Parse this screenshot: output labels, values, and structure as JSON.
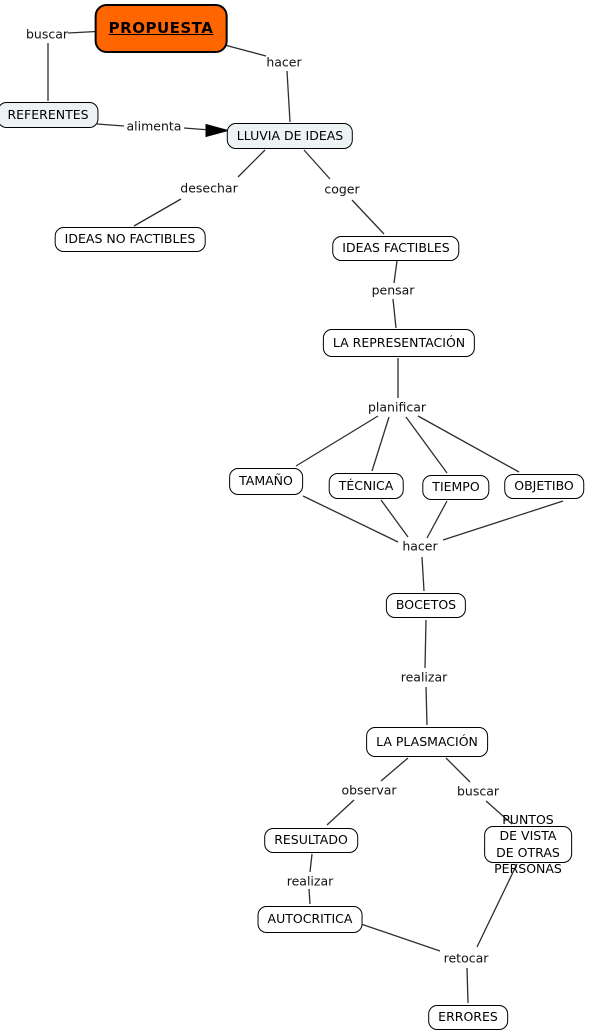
{
  "diagram_type": "concept-map",
  "colors": {
    "background": "#ffffff",
    "node_fill": "#ffffff",
    "node_border": "#000000",
    "highlight_node_fill": "#ff6600",
    "accent_node_fill": "#edf3f5",
    "edge_line": "#2e2e2e",
    "text": "#000000"
  },
  "nodes": {
    "propuesta": {
      "label": "PROPUESTA",
      "style": "highlight"
    },
    "referentes": {
      "label": "REFERENTES",
      "style": "accent"
    },
    "lluvia_de_ideas": {
      "label": "LLUVIA DE IDEAS",
      "style": "accent"
    },
    "ideas_no_factibles": {
      "label": "IDEAS NO FACTIBLES",
      "style": "plain"
    },
    "ideas_factibles": {
      "label": "IDEAS FACTIBLES",
      "style": "plain"
    },
    "la_representacion": {
      "label": "LA REPRESENTACIÓN",
      "style": "plain"
    },
    "tamano": {
      "label": "TAMAÑO",
      "style": "plain"
    },
    "tecnica": {
      "label": "TÉCNICA",
      "style": "plain"
    },
    "tiempo": {
      "label": "TIEMPO",
      "style": "plain"
    },
    "objetibo": {
      "label": "OBJETIBO",
      "style": "plain"
    },
    "bocetos": {
      "label": "BOCETOS",
      "style": "plain"
    },
    "la_plasmacion": {
      "label": "LA PLASMACIÓN",
      "style": "plain"
    },
    "resultado": {
      "label": "RESULTADO",
      "style": "plain"
    },
    "puntos_de_vista": {
      "label": "PUNTOS DE VISTA\nDE OTRAS PERSONAS",
      "style": "plain"
    },
    "autocritica": {
      "label": "AUTOCRITICA",
      "style": "plain"
    },
    "errores": {
      "label": "ERRORES",
      "style": "plain"
    }
  },
  "edge_labels": {
    "buscar_top": "buscar",
    "hacer_top": "hacer",
    "alimenta": "alimenta",
    "desechar": "desechar",
    "coger": "coger",
    "pensar": "pensar",
    "planificar": "planificar",
    "hacer_mid": "hacer",
    "realizar_top": "realizar",
    "observar": "observar",
    "buscar_bottom": "buscar",
    "realizar_bottom": "realizar",
    "retocar": "retocar"
  },
  "edges": [
    {
      "from": "PROPUESTA",
      "label": "buscar",
      "to": "REFERENTES"
    },
    {
      "from": "PROPUESTA",
      "label": "hacer",
      "to": "LLUVIA DE IDEAS"
    },
    {
      "from": "REFERENTES",
      "label": "alimenta",
      "to": "LLUVIA DE IDEAS",
      "arrow": true
    },
    {
      "from": "LLUVIA DE IDEAS",
      "label": "desechar",
      "to": "IDEAS NO FACTIBLES"
    },
    {
      "from": "LLUVIA DE IDEAS",
      "label": "coger",
      "to": "IDEAS FACTIBLES"
    },
    {
      "from": "IDEAS FACTIBLES",
      "label": "pensar",
      "to": "LA REPRESENTACIÓN"
    },
    {
      "from": "LA REPRESENTACIÓN",
      "label": "planificar",
      "to": "TAMAÑO"
    },
    {
      "from": "LA REPRESENTACIÓN",
      "label": "planificar",
      "to": "TÉCNICA"
    },
    {
      "from": "LA REPRESENTACIÓN",
      "label": "planificar",
      "to": "TIEMPO"
    },
    {
      "from": "LA REPRESENTACIÓN",
      "label": "planificar",
      "to": "OBJETIBO"
    },
    {
      "from": "TAMAÑO",
      "label": "hacer",
      "to": "BOCETOS"
    },
    {
      "from": "TÉCNICA",
      "label": "hacer",
      "to": "BOCETOS"
    },
    {
      "from": "TIEMPO",
      "label": "hacer",
      "to": "BOCETOS"
    },
    {
      "from": "OBJETIBO",
      "label": "hacer",
      "to": "BOCETOS"
    },
    {
      "from": "BOCETOS",
      "label": "realizar",
      "to": "LA PLASMACIÓN"
    },
    {
      "from": "LA PLASMACIÓN",
      "label": "observar",
      "to": "RESULTADO"
    },
    {
      "from": "LA PLASMACIÓN",
      "label": "buscar",
      "to": "PUNTOS DE VISTA DE OTRAS PERSONAS"
    },
    {
      "from": "RESULTADO",
      "label": "realizar",
      "to": "AUTOCRITICA"
    },
    {
      "from": "AUTOCRITICA",
      "label": "retocar",
      "to": "ERRORES"
    },
    {
      "from": "PUNTOS DE VISTA DE OTRAS PERSONAS",
      "label": "retocar",
      "to": "ERRORES"
    }
  ]
}
